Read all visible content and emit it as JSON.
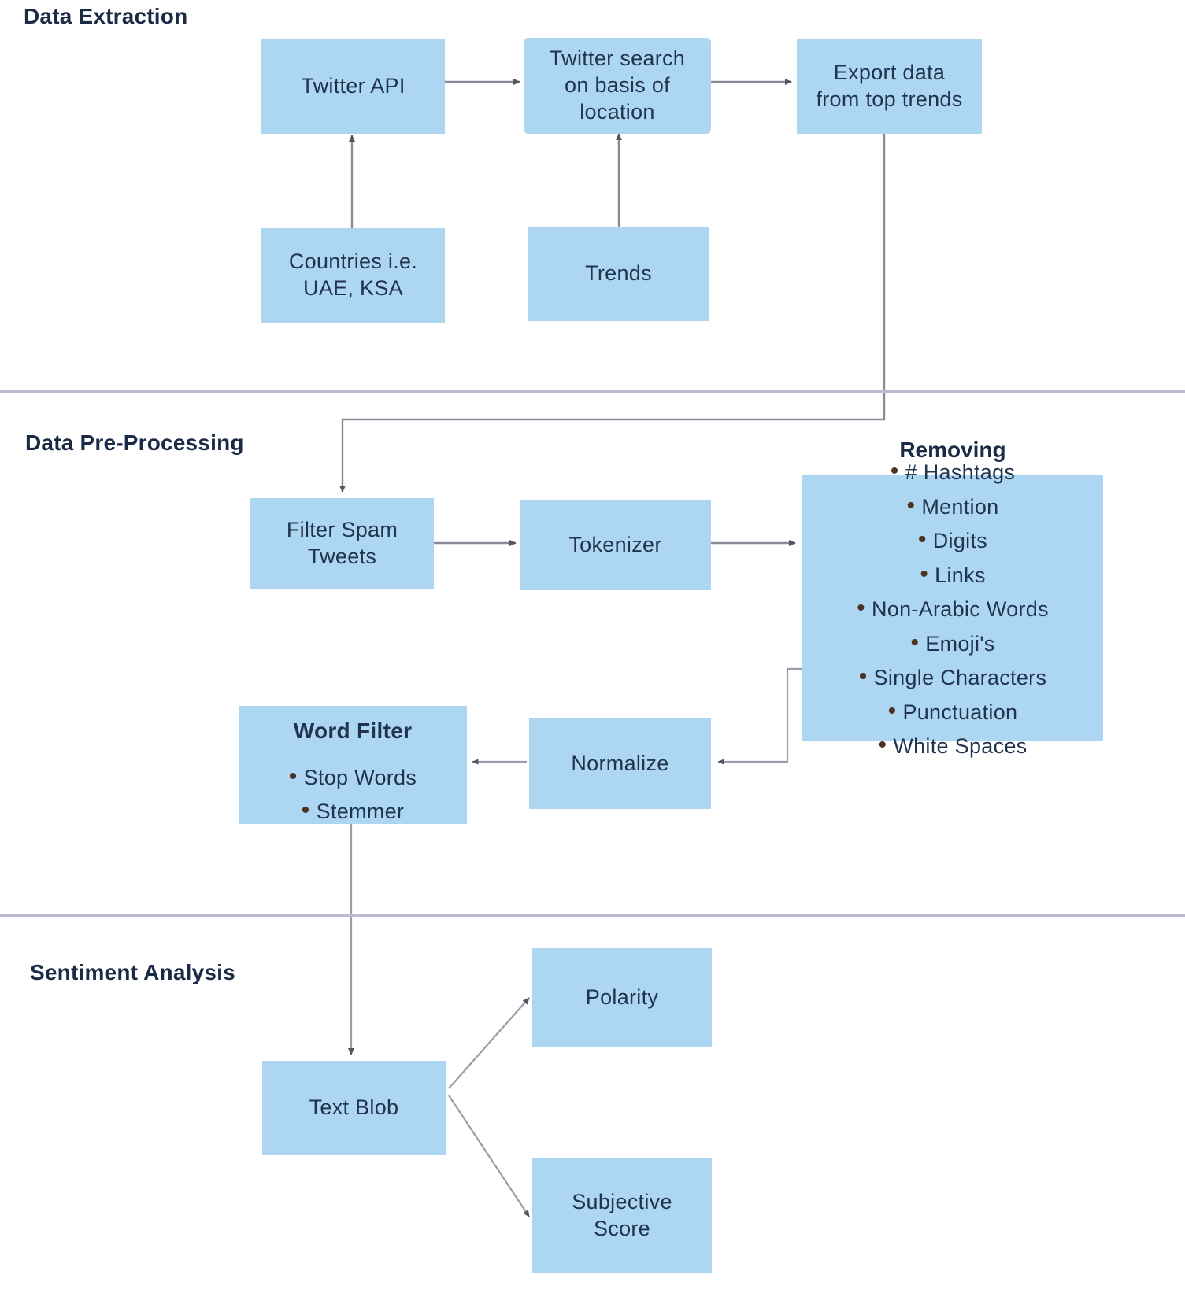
{
  "sections": [
    {
      "id": "data-extraction",
      "title": "Data Extraction"
    },
    {
      "id": "data-pre-processing",
      "title": "Data Pre-Processing"
    },
    {
      "id": "sentiment-analysis",
      "title": "Sentiment Analysis"
    }
  ],
  "nodes": {
    "twitter_api": "Twitter API",
    "twitter_search": "Twitter search\non basis of\nlocation",
    "export_data": "Export data\nfrom top trends",
    "countries": "Countries i.e.\nUAE, KSA",
    "trends": "Trends",
    "filter_spam": "Filter Spam\nTweets",
    "tokenizer": "Tokenizer",
    "normalize": "Normalize",
    "text_blob": "Text Blob",
    "polarity": "Polarity",
    "subjective_score": "Subjective\nScore"
  },
  "removing": {
    "title": "Removing",
    "items": [
      "# Hashtags",
      "Mention",
      "Digits",
      "Links",
      "Non-Arabic Words",
      "Emoji's",
      "Single Characters",
      "Punctuation",
      "White Spaces"
    ]
  },
  "word_filter": {
    "heading": "Word Filter",
    "items": [
      "Stop Words",
      "Stemmer"
    ]
  },
  "colors": {
    "node_fill": "#ADD6F2",
    "node_text": "#21344f",
    "edge": "#8a8a99",
    "divider": "#b9bcd0",
    "bullet": "#4a3322",
    "title_text": "#1b2a45"
  }
}
